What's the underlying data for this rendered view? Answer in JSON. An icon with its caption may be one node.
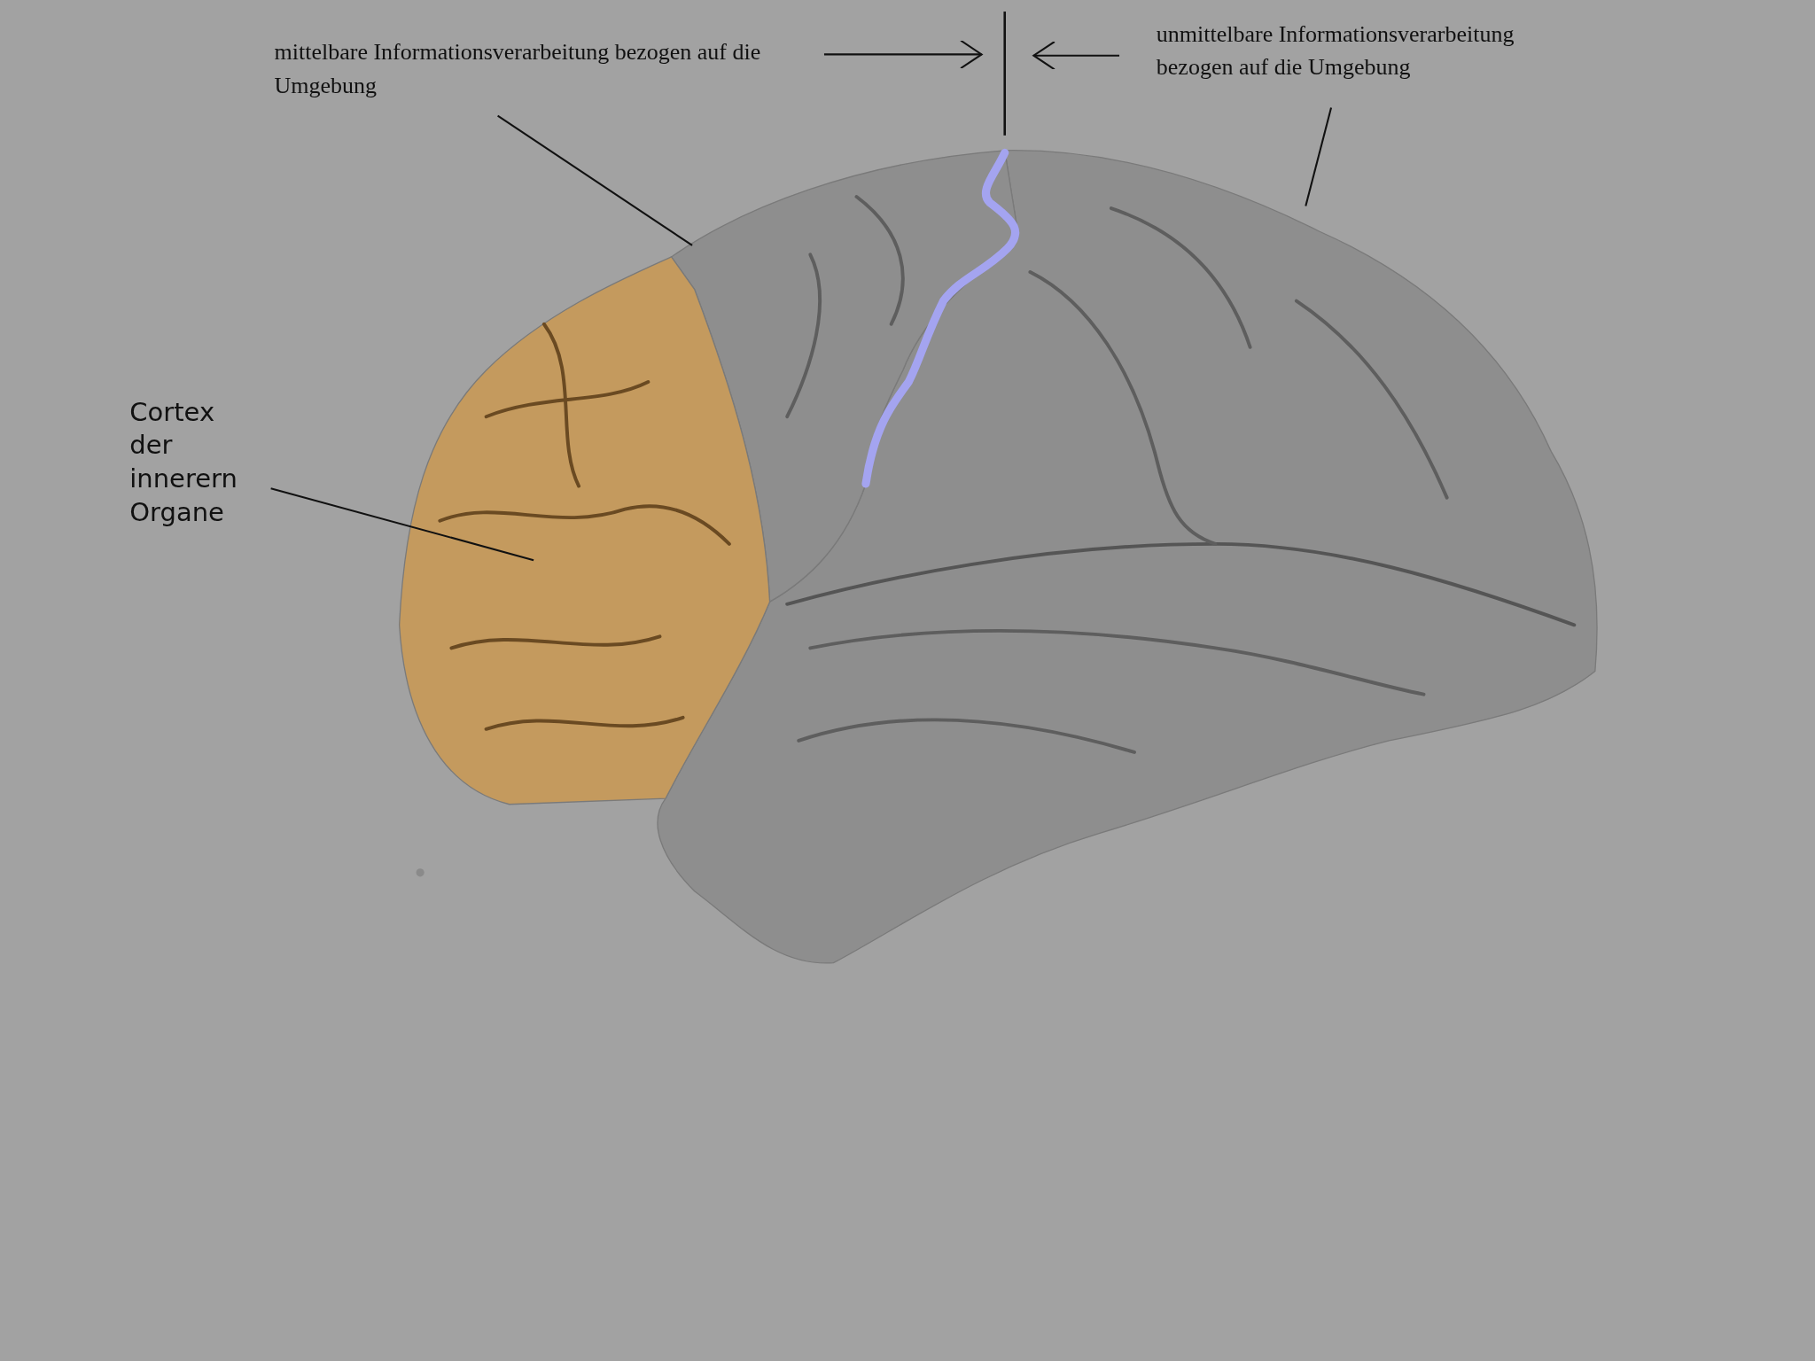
{
  "diagram": {
    "nodes": [
      {
        "text": [
          "mittelbare Informationsverarbeitung bezogen auf die Umgebung"
        ]
      },
      {
        "text": [
          "unmittelbare Informationsverarbeitung bezogen auf die Umgebung"
        ]
      },
      {
        "text": [
          "Cortex der innerern Organe"
        ]
      },
      {
        "text": [],
        "shape": "picture"
      },
      {
        "text": [],
        "shape": "picture"
      },
      {
        "text": [],
        "shape": "picture"
      }
    ],
    "edges": [
      {
        "from": 0,
        "to": 3,
        "arrow": "none"
      },
      {
        "from": 1,
        "to": 4,
        "arrow": "none"
      },
      {
        "from": 2,
        "to": 5,
        "arrow": "none"
      }
    ]
  }
}
